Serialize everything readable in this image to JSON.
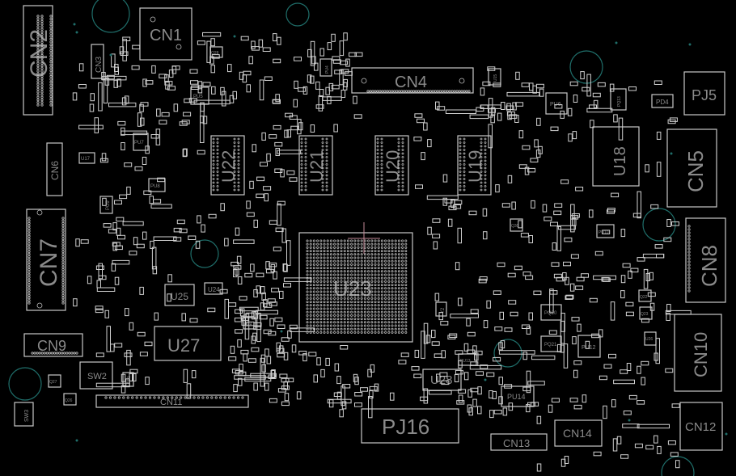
{
  "view": {
    "title": "PCB board view",
    "background": "#000000",
    "outline_color": "#c8c8c8",
    "label_color": "#8a8a8a",
    "mounting_hole_color": "#1f6e6a",
    "cursor_color": "#c48a98"
  },
  "components": [
    {
      "ref": "CN1",
      "kind": "connector"
    },
    {
      "ref": "CN2",
      "kind": "connector"
    },
    {
      "ref": "CN3",
      "kind": "connector"
    },
    {
      "ref": "CN4",
      "kind": "connector"
    },
    {
      "ref": "PJ5",
      "kind": "power-jack"
    },
    {
      "ref": "CN5",
      "kind": "connector"
    },
    {
      "ref": "CN6",
      "kind": "connector"
    },
    {
      "ref": "CN7",
      "kind": "connector"
    },
    {
      "ref": "CN8",
      "kind": "connector"
    },
    {
      "ref": "CN9",
      "kind": "connector"
    },
    {
      "ref": "CN10",
      "kind": "connector"
    },
    {
      "ref": "CN11",
      "kind": "connector"
    },
    {
      "ref": "CN12",
      "kind": "connector"
    },
    {
      "ref": "CN13",
      "kind": "connector"
    },
    {
      "ref": "CN14",
      "kind": "connector"
    },
    {
      "ref": "PJ16",
      "kind": "power-jack"
    },
    {
      "ref": "U18",
      "kind": "ic"
    },
    {
      "ref": "U19",
      "kind": "memory"
    },
    {
      "ref": "U20",
      "kind": "memory"
    },
    {
      "ref": "U21",
      "kind": "memory"
    },
    {
      "ref": "U22",
      "kind": "memory"
    },
    {
      "ref": "U23",
      "kind": "bga-soc"
    },
    {
      "ref": "U24",
      "kind": "ic"
    },
    {
      "ref": "U25",
      "kind": "ic"
    },
    {
      "ref": "U27",
      "kind": "bga"
    },
    {
      "ref": "U28",
      "kind": "ic"
    },
    {
      "ref": "SW2",
      "kind": "switch"
    },
    {
      "ref": "SW3",
      "kind": "switch"
    },
    {
      "ref": "PU5",
      "kind": "power-ic"
    },
    {
      "ref": "PU6",
      "kind": "power-ic"
    },
    {
      "ref": "PU7",
      "kind": "power-ic"
    },
    {
      "ref": "PU8",
      "kind": "power-ic"
    },
    {
      "ref": "PU9",
      "kind": "power-ic"
    },
    {
      "ref": "PU10",
      "kind": "power-ic"
    },
    {
      "ref": "PU12",
      "kind": "power-ic"
    },
    {
      "ref": "PU13",
      "kind": "power-ic"
    },
    {
      "ref": "PU14",
      "kind": "power-ic"
    },
    {
      "ref": "PU4",
      "kind": "power-ic"
    },
    {
      "ref": "PD4",
      "kind": "diode"
    },
    {
      "ref": "PQ13",
      "kind": "transistor"
    },
    {
      "ref": "PQ20",
      "kind": "transistor"
    },
    {
      "ref": "PQ21",
      "kind": "transistor"
    },
    {
      "ref": "U15",
      "kind": "ic"
    },
    {
      "ref": "U17",
      "kind": "ic"
    },
    {
      "ref": "U26",
      "kind": "ic"
    },
    {
      "ref": "Y2",
      "kind": "crystal"
    },
    {
      "ref": "Q22",
      "kind": "transistor"
    },
    {
      "ref": "Q23",
      "kind": "transistor"
    },
    {
      "ref": "Q24",
      "kind": "transistor"
    },
    {
      "ref": "Q26",
      "kind": "transistor"
    },
    {
      "ref": "Q27",
      "kind": "transistor"
    },
    {
      "ref": "Q28",
      "kind": "transistor"
    },
    {
      "ref": "Q30",
      "kind": "transistor"
    },
    {
      "ref": "RP1",
      "kind": "resistor-pack"
    }
  ]
}
